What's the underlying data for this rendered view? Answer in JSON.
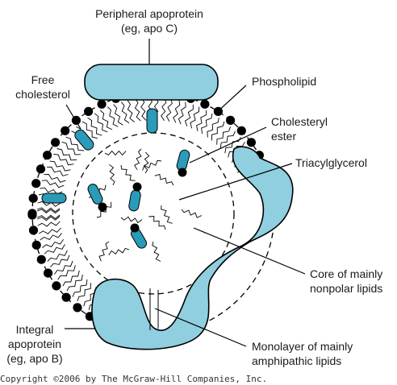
{
  "labels": {
    "peripheral_line1": "Peripheral apoprotein",
    "peripheral_line2": "(eg, apo C)",
    "free_chol_line1": "Free",
    "free_chol_line2": "cholesterol",
    "phospholipid": "Phospholipid",
    "chol_ester_line1": "Cholesteryl",
    "chol_ester_line2": "ester",
    "triacylglycerol": "Triacylglycerol",
    "core_line1": "Core of mainly",
    "core_line2": "nonpolar lipids",
    "integral_line1": "Integral",
    "integral_line2": "apoprotein",
    "integral_line3": "(eg, apo B)",
    "monolayer_line1": "Monolayer of mainly",
    "monolayer_line2": "amphipathic lipids"
  },
  "copyright": "Copyright ©2006 by The McGraw-Hill Companies, Inc.",
  "colors": {
    "apoprotein": "#8fcfe0",
    "cholesterol": "#2a9bb8",
    "lipid_head": "#000000"
  }
}
